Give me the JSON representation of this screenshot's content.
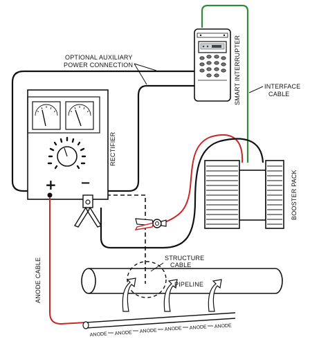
{
  "labels": {
    "optional_aux_line1": "OPTIONAL AUXILIARY",
    "optional_aux_line2": "POWER CONNECTION",
    "interface_cable_line1": "INTERFACE",
    "interface_cable_line2": "CABLE",
    "smart_interrupter": "SMART INTERRUPTER",
    "rectifier": "RECTIFIER",
    "booster_pack": "BOOSTER PACK",
    "structure_cable_line1": "STRUCTURE",
    "structure_cable_line2": "CABLE",
    "pipeline": "PIPELINE",
    "anode_cable": "ANODE CABLE",
    "anode": "ANODE",
    "plus": "+",
    "minus": "−"
  },
  "colors": {
    "red_wire": "#c62828",
    "green_wire": "#2e8b3a",
    "black_wire": "#111111"
  }
}
